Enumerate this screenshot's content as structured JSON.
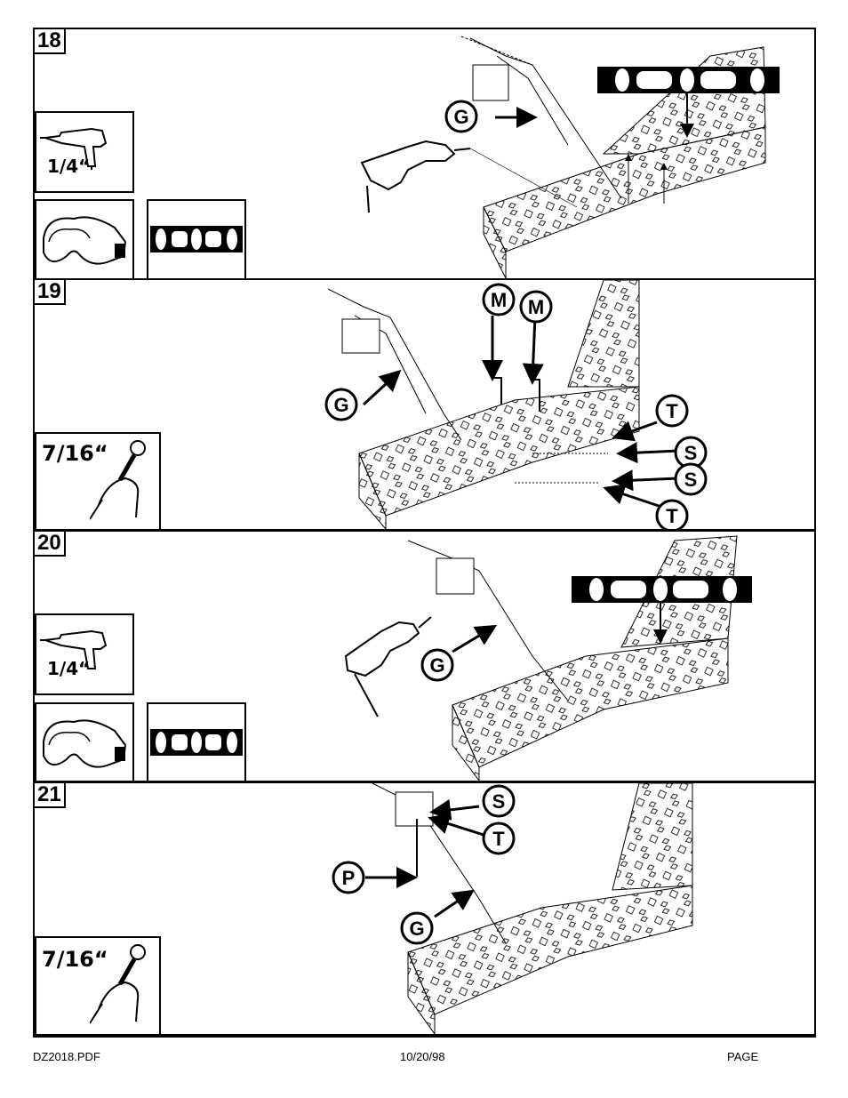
{
  "steps": [
    {
      "number": "18",
      "tool_label": "1/4“",
      "callouts": [
        "G"
      ]
    },
    {
      "number": "19",
      "tool_label": "7/16“",
      "callouts": [
        "M",
        "M",
        "G",
        "T",
        "S",
        "S",
        "T"
      ]
    },
    {
      "number": "20",
      "tool_label": "1/4“",
      "callouts": [
        "G"
      ]
    },
    {
      "number": "21",
      "tool_label": "7/16“",
      "callouts": [
        "S",
        "T",
        "P",
        "G"
      ]
    }
  ],
  "footer": {
    "file": "DZ2018.PDF",
    "date": "10/20/98",
    "page": "PAGE"
  }
}
